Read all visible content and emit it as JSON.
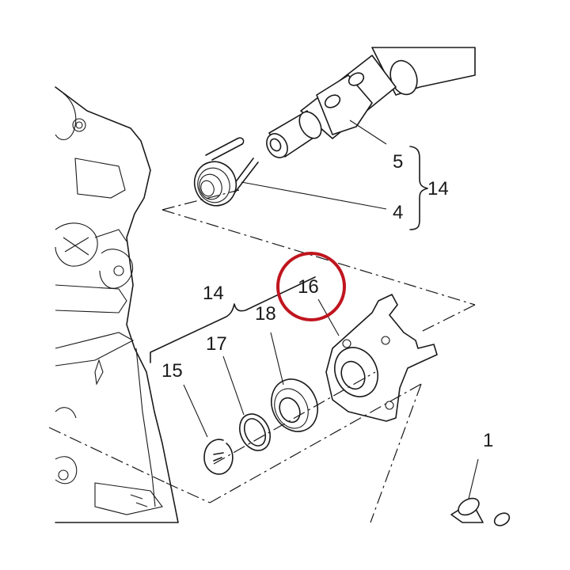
{
  "callouts": {
    "c5": "5",
    "c4": "4",
    "c14_top": "14",
    "c14_left": "14",
    "c16": "16",
    "c17": "17",
    "c18": "18",
    "c15": "15",
    "c1": "1"
  },
  "highlight": {
    "target": "16",
    "color": "#c0151f"
  }
}
